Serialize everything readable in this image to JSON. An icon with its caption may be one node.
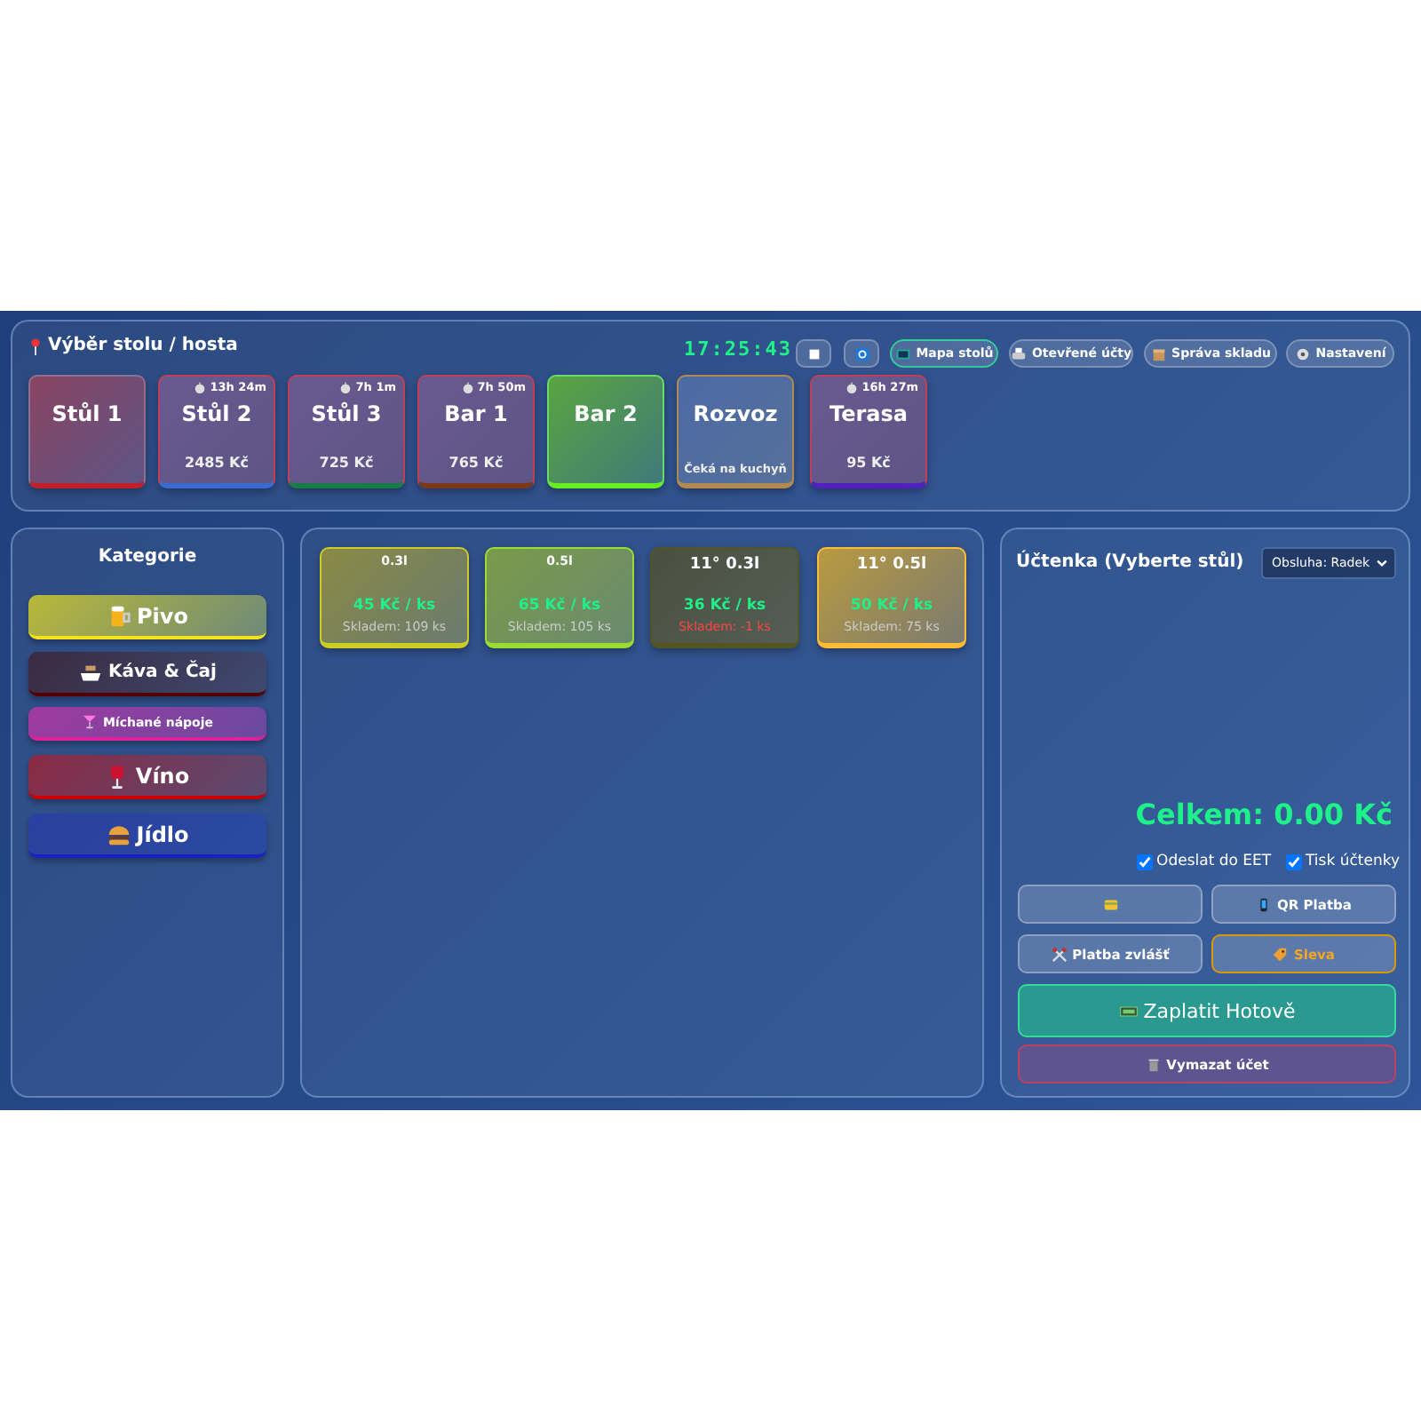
{
  "diagram": {
    "nodes": [
      {
        "text": [
          "Výběr stolu / hosta"
        ]
      },
      {
        "text": [
          "Stůl 1"
        ],
        "in": 0
      },
      {
        "text": [
          "13h 24m",
          "Stůl 2",
          "2485 Kč"
        ],
        "in": 0
      },
      {
        "text": [
          "7h 1m",
          "Stůl 3",
          "725 Kč"
        ],
        "in": 0
      },
      {
        "text": [
          "7h 50m",
          "Bar 1",
          "765 Kč"
        ],
        "in": 0
      },
      {
        "text": [
          "Bar 2"
        ],
        "in": 0
      },
      {
        "text": [
          "Rozvoz",
          "Čeká na kuchyň"
        ],
        "in": 0
      },
      {
        "text": [
          "16h 27m",
          "Terasa",
          "95 Kč"
        ],
        "in": 0
      },
      {
        "text": [],
        "shape": "box",
        "in": 0
      },
      {
        "text": [],
        "shape": "box",
        "in": 0
      },
      {
        "text": [
          "Mapa stolů"
        ],
        "in": 0
      },
      {
        "text": [
          "Otevřené účty"
        ],
        "in": 0
      },
      {
        "text": [
          "Správa skladu"
        ],
        "in": 0
      },
      {
        "text": [
          "Nastavení"
        ],
        "in": 0
      },
      {
        "text": [
          "Kategorie"
        ]
      },
      {
        "text": [
          "Pivo"
        ],
        "in": 14
      },
      {
        "text": [
          "Káva & Čaj"
        ],
        "in": 14
      },
      {
        "text": [
          "Míchané nápoje"
        ],
        "in": 14
      },
      {
        "text": [
          "Víno"
        ],
        "in": 14
      },
      {
        "text": [
          "Jídlo"
        ],
        "in": 14
      },
      {
        "text": [],
        "shape": "box"
      },
      {
        "text": [
          "0.3l",
          "45 Kč / ks",
          "Skladem: 109 ks"
        ],
        "in": 20
      },
      {
        "text": [
          "0.5l",
          "65 Kč / ks",
          "Skladem: 105 ks"
        ],
        "in": 20
      },
      {
        "text": [
          "11° 0.3l",
          "36 Kč / ks",
          "Skladem: -1 ks"
        ],
        "in": 20
      },
      {
        "text": [
          "11° 0.5l",
          "50 Kč / ks",
          "Skladem: 75 ks"
        ],
        "in": 20
      },
      {
        "text": [
          "Účtenka (Vyberte stůl)"
        ]
      },
      {
        "text": [
          "Obsluha: Radek"
        ],
        "in": 25
      },
      {
        "text": [],
        "shape": "box",
        "in": 25
      },
      {
        "text": [
          "QR Platba"
        ],
        "in": 25
      },
      {
        "text": [
          "Platba zvlášť"
        ],
        "in": 25
      },
      {
        "text": [
          "Sleva"
        ],
        "in": 25
      },
      {
        "text": [
          "Zaplatit Hotově"
        ],
        "in": 25
      },
      {
        "text": [
          "Vymazat účet"
        ],
        "in": 25
      }
    ],
    "labels": [
      "17:25:43",
      "Celkem: 0.00 Kč",
      "Odeslat do EET",
      "Tisk účtenky"
    ]
  }
}
